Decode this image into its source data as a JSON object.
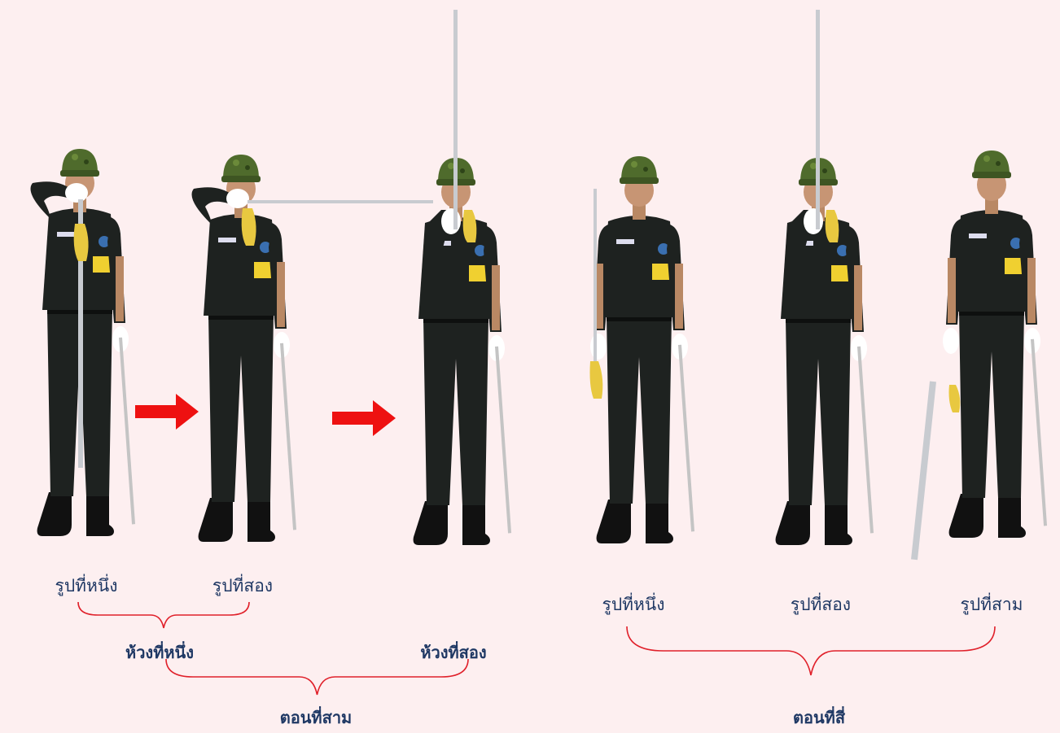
{
  "labels": {
    "p3_fig1": "รูปที่หนึ่ง",
    "p3_fig2": "รูปที่สอง",
    "p3_step1": "ห้วงที่หนึ่ง",
    "p3_step2": "ห้วงที่สอง",
    "p3_title": "ตอนที่สาม",
    "p4_fig1": "รูปที่หนึ่ง",
    "p4_fig2": "รูปที่สอง",
    "p4_fig3": "รูปที่สาม",
    "p4_title": "ตอนที่สี่"
  },
  "colors": {
    "background": "#fdeff0",
    "label_text": "#1f3864",
    "brace": "#e0202a",
    "arrow": "#ee1111",
    "uniform": "#1e2220",
    "cap_camo": "#4f6b2c",
    "glove": "#ffffff",
    "sword": "#c8cbd0",
    "tassel": "#e8c840"
  },
  "figures": [
    {
      "section": "part-3",
      "pose": "salute-sword-hilt-at-face"
    },
    {
      "section": "part-3",
      "pose": "salute-sword-horizontal"
    },
    {
      "section": "part-3",
      "pose": "sword-raised-vertical"
    },
    {
      "section": "part-4",
      "pose": "sword-down-at-side"
    },
    {
      "section": "part-4",
      "pose": "sword-raised-vertical"
    },
    {
      "section": "part-4",
      "pose": "sword-lowered-point-down"
    }
  ]
}
